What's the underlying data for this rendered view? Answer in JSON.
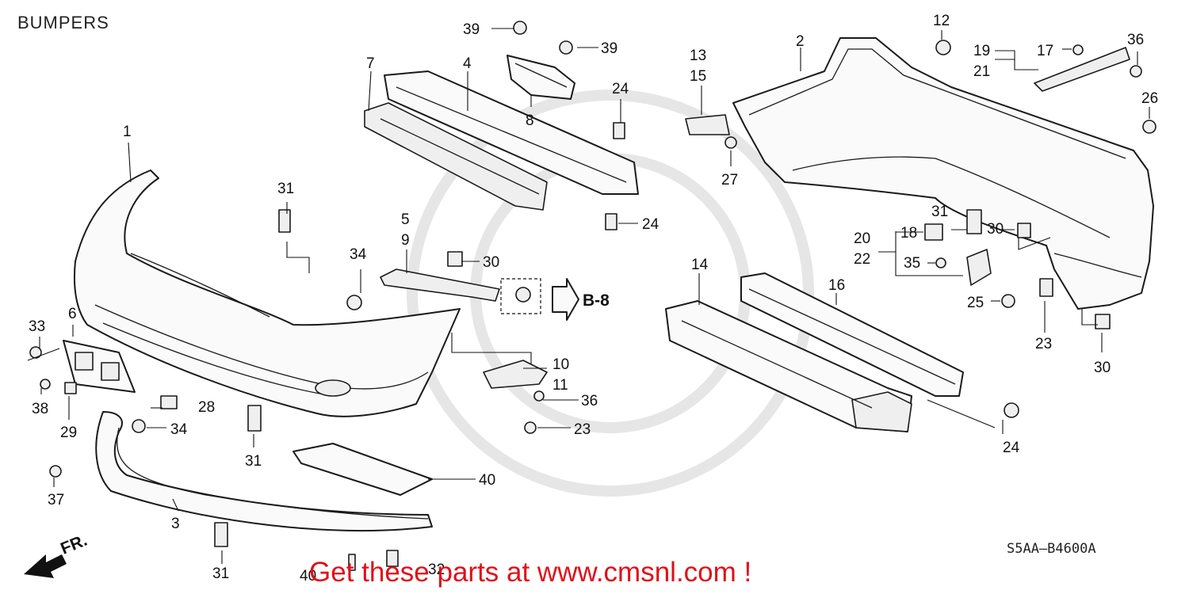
{
  "title": "BUMPERS",
  "diagram_code": "S5AA—B4600A",
  "banner": "Get these parts at www.cmsnl.com !",
  "reference": "B-8",
  "front_marker": "FR.",
  "callouts": {
    "c1": "1",
    "c2": "2",
    "c3": "3",
    "c4": "4",
    "c5": "5",
    "c6": "6",
    "c7": "7",
    "c8": "8",
    "c9": "9",
    "c10": "10",
    "c11": "11",
    "c12": "12",
    "c13": "13",
    "c14": "14",
    "c15": "15",
    "c16": "16",
    "c17": "17",
    "c18": "18",
    "c19": "19",
    "c20": "20",
    "c21": "21",
    "c22": "22",
    "c23a": "23",
    "c23b": "23",
    "c24a": "24",
    "c24b": "24",
    "c24c": "24",
    "c25": "25",
    "c26": "26",
    "c27": "27",
    "c28": "28",
    "c29": "29",
    "c30a": "30",
    "c30b": "30",
    "c30c": "30",
    "c31a": "31",
    "c31b": "31",
    "c31c": "31",
    "c31d": "31",
    "c32": "32",
    "c33": "33",
    "c34a": "34",
    "c34b": "34",
    "c35": "35",
    "c36a": "36",
    "c36b": "36",
    "c37": "37",
    "c38": "38",
    "c39a": "39",
    "c39b": "39",
    "c40a": "40",
    "c40b": "40"
  }
}
